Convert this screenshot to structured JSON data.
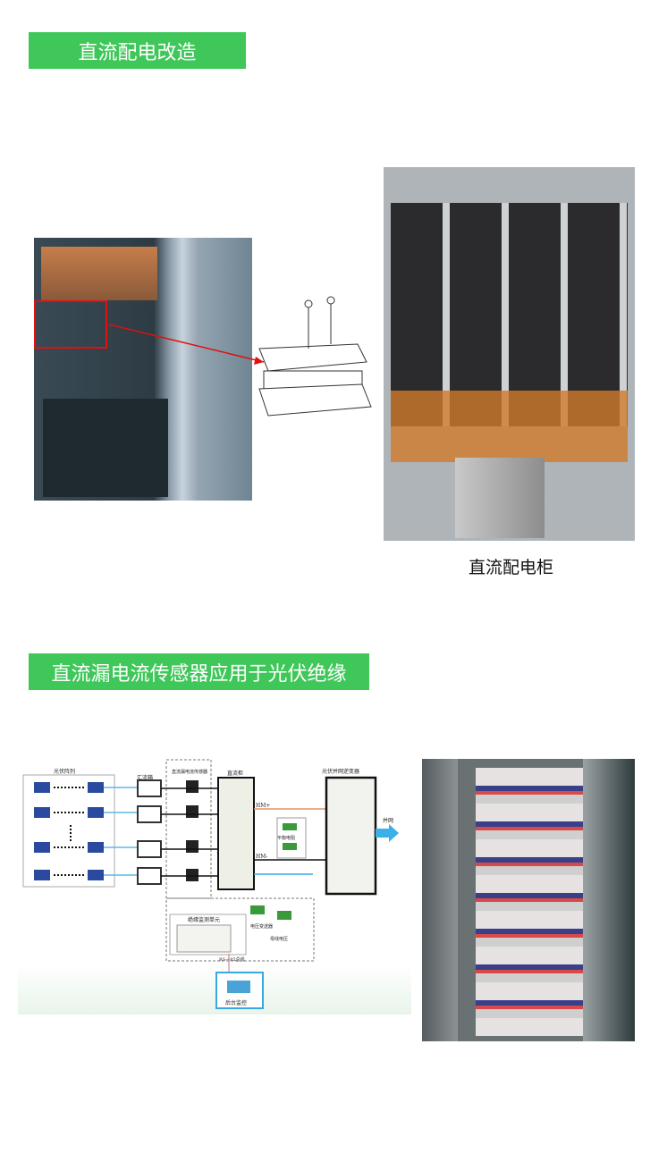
{
  "section1": {
    "title": "直流配电改造",
    "cabinet_caption": "直流配电柜"
  },
  "section2": {
    "title": "直流漏电流传感器应用于光伏绝缘"
  },
  "diagram": {
    "pv_array": "光伏阵列",
    "combiner_box": "汇流箱",
    "sensor": "直流漏电流传感器",
    "dc_cabinet": "直流柜",
    "inverter": "光伏并网逆变器",
    "grid": "并网",
    "hm_plus": "HM+",
    "hm_minus": "HM-",
    "balance_resistor": "平衡电阻",
    "insulation_unit": "绝缘监测单元",
    "voltage_transmitter": "电压变送器",
    "bus_voltage": "母线电压",
    "rs485": "RS-485总线",
    "monitor": "后台监控"
  },
  "colors": {
    "banner": "#3fc759",
    "highlight": "#e01010",
    "line_blue": "#3aa8e0",
    "line_orange": "#e8906a"
  }
}
